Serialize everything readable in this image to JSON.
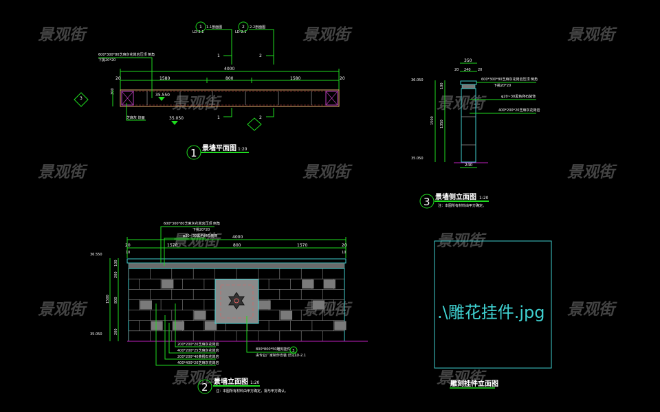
{
  "watermark": "景观街",
  "plan": {
    "title": "景墙平面图",
    "scale": "1:20",
    "number": "1",
    "total": "4000",
    "segments": [
      "20",
      "1580",
      "800",
      "1580",
      "20"
    ],
    "level_top": "35.550",
    "level_ground": "35.050",
    "section_1": "1",
    "section_2": "2",
    "callout_1": "1-1剖面图",
    "callout_1_ref": "LD-2.1",
    "callout_2": "2-2剖面图",
    "callout_2_ref": "LD-2.1",
    "note_cap": "600*300*80芝麻灰花岗岩压顶 倒角",
    "note_cap2": "下挑20*20",
    "note_post": "芝麻灰 烧面",
    "depth": "300",
    "side_ref": "3"
  },
  "side": {
    "title": "景墙侧立面图",
    "scale": "1:20",
    "number": "3",
    "top_width": "350",
    "sub_widths": [
      "20",
      "240",
      "20"
    ],
    "bottom_width": "240",
    "level_top": "36.050",
    "level_ground": "35.050",
    "height_total": "1500",
    "height_body": "1350",
    "height_cap": "100",
    "note_1": "600*300*80芝麻灰花岗岩压顶 倒角",
    "note_1b": "下挑20*20",
    "note_2": "φ20~30黑色卵石装饰",
    "note_3": "400*200*20芝麻灰花岗岩",
    "remark": "注：本图所有材料由甲方确定。"
  },
  "elevation": {
    "title": "景墙立面图",
    "scale": "1:20",
    "number": "2",
    "total": "4000",
    "segments": [
      "20",
      "1570",
      "800",
      "1570",
      "20"
    ],
    "sub_edge": "10",
    "level_top": "36.550",
    "level_ground": "35.050",
    "heights": [
      "1500",
      "100",
      "200",
      "800",
      "200"
    ],
    "note_cap": "600*300*80芝麻灰花岗岩压顶 倒角",
    "note_cap2": "下挑20*20",
    "note_pebble": "φ20~30黑色卵石装饰",
    "tile_notes": [
      "200*200*20芝麻灰花岗岩",
      "400*200*25芝麻灰花岗岩",
      "200*200*40黄锈石花岗岩",
      "400*400*20芝麻灰花岗岩"
    ],
    "panel_note": "800*800*50雕刻挂件",
    "panel_note2": "由专业厂家制作安装 详见LD-2.1",
    "panel_ref": "3",
    "remark": "注：本图所有材料由甲方确定，需与甲方确认。"
  },
  "pendant": {
    "image_ref": ".\\雕花挂件.jpg",
    "title": "雕刻挂件立面图"
  },
  "colors": {
    "dim": "#1fdc1f",
    "outline": "#3fd0d0",
    "ground": "#c020c0",
    "cap": "#e8b070"
  }
}
